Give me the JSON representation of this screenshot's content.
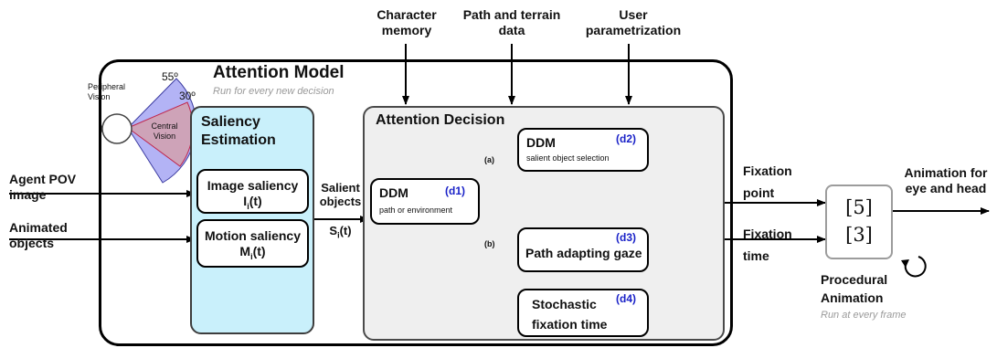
{
  "inputs": {
    "character_memory": [
      "Character",
      "memory"
    ],
    "path_terrain": [
      "Path and terrain",
      "data"
    ],
    "user_param": [
      "User",
      "parametrization"
    ],
    "agent_pov": [
      "Agent POV",
      "image"
    ],
    "animated_objects": [
      "Animated",
      "objects"
    ]
  },
  "attention_model": {
    "title": "Attention Model",
    "subtitle": "Run for every new decision"
  },
  "vision": {
    "peripheral": [
      "Peripheral",
      "Vision"
    ],
    "central": [
      "Central",
      "Vision"
    ],
    "angle_outer": "55º",
    "angle_inner": "30º"
  },
  "saliency_estimation": {
    "title": [
      "Saliency",
      "Estimation"
    ],
    "image_saliency": "Image saliency",
    "image_saliency_symbol": "I",
    "motion_saliency": "Motion saliency",
    "motion_saliency_symbol": "M",
    "index": "i",
    "arg": "(t)"
  },
  "salient_objects": {
    "label": [
      "Salient",
      "objects"
    ],
    "symbol": "S",
    "index": "i",
    "arg": "(t)"
  },
  "attention_decision": {
    "title": "Attention Decision",
    "d1": {
      "title": "DDM",
      "sub": "path or environment",
      "tag": "(d1)"
    },
    "d2": {
      "title": "DDM",
      "sub": "salient object selection",
      "tag": "(d2)"
    },
    "d3": {
      "title": "Path adapting gaze",
      "tag": "(d3)"
    },
    "d4": {
      "title": [
        "Stochastic",
        "fixation time"
      ],
      "tag": "(d4)"
    },
    "branch_a": "(a)",
    "branch_b": "(b)"
  },
  "outputs": {
    "fixation_point": [
      "Fixation",
      "point"
    ],
    "fixation_time": [
      "Fixation",
      "time"
    ],
    "matrix_top": "[5]",
    "matrix_bottom": "[3]",
    "procedural": [
      "Procedural",
      "Animation"
    ],
    "procedural_sub": "Run at every frame",
    "animation_for": [
      "Animation for",
      "eye and head"
    ]
  },
  "colors": {
    "saliency_fill": "#c9f0fb",
    "decision_fill": "#efefef",
    "tag_blue": "#1a22c8",
    "peripheral_fill": "#b3b3f5",
    "central_fill": "#cea3b8",
    "central_edge": "#c0264d"
  }
}
